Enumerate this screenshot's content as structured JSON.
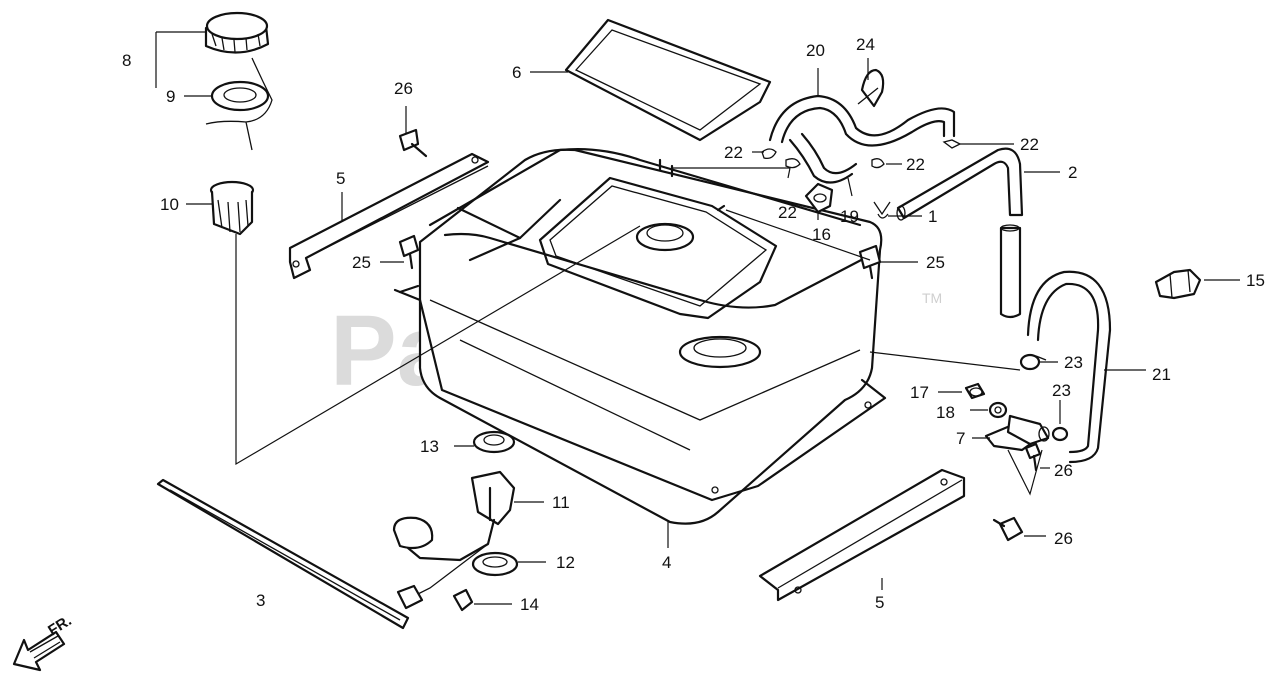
{
  "watermark": "PartsTree",
  "trademark": "TM",
  "direction_label": "FR.",
  "callouts": {
    "c1": "1",
    "c2": "2",
    "c3": "3",
    "c4": "4",
    "c5a": "5",
    "c5b": "5",
    "c6": "6",
    "c7": "7",
    "c8": "8",
    "c9": "9",
    "c10": "10",
    "c11": "11",
    "c12": "12",
    "c13": "13",
    "c14": "14",
    "c15": "15",
    "c16": "16",
    "c17": "17",
    "c18": "18",
    "c19": "19",
    "c20": "20",
    "c21": "21",
    "c22a": "22",
    "c22b": "22",
    "c22c": "22",
    "c22d": "22",
    "c23a": "23",
    "c23b": "23",
    "c24": "24",
    "c25a": "25",
    "c25b": "25",
    "c26a": "26",
    "c26b": "26",
    "c26c": "26"
  }
}
